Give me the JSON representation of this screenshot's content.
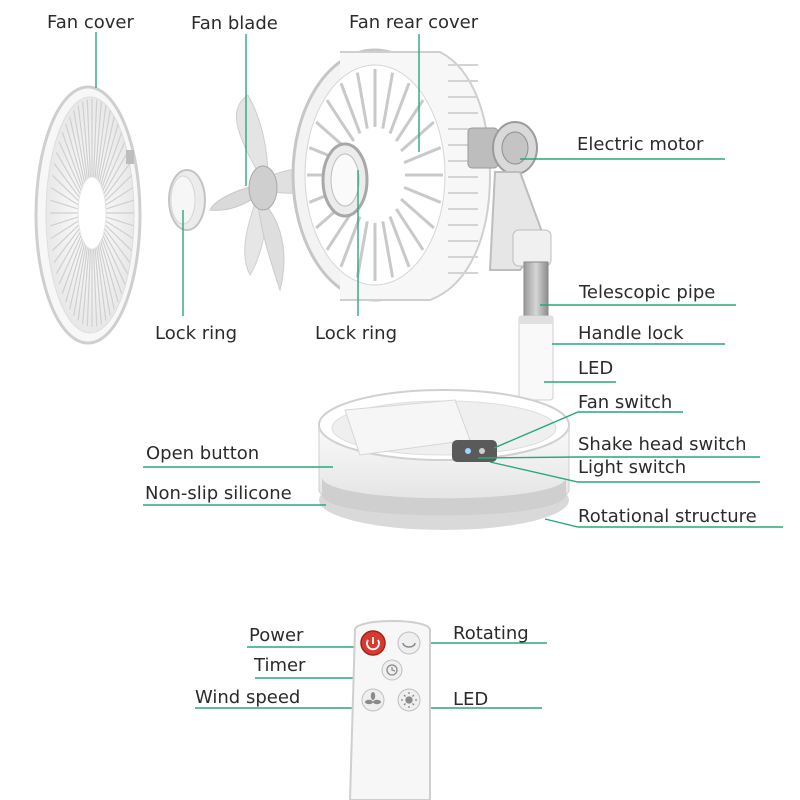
{
  "parts": {
    "fan_cover": "Fan cover",
    "fan_blade": "Fan blade",
    "fan_rear_cover": "Fan rear cover",
    "electric_motor": "Electric motor",
    "lock_ring_left": "Lock ring",
    "lock_ring_right": "Lock ring",
    "telescopic_pipe": "Telescopic pipe",
    "handle_lock": "Handle lock",
    "led": "LED",
    "fan_switch": "Fan switch",
    "shake_head_switch": "Shake head switch",
    "light_switch": "Light switch",
    "open_button": "Open button",
    "non_slip_silicone": "Non-slip silicone",
    "rotational_structure": "Rotational structure"
  },
  "remote": {
    "power": "Power",
    "rotating": "Rotating",
    "timer": "Timer",
    "wind_speed": "Wind speed",
    "led": "LED"
  },
  "colors": {
    "leader_line": "#2aa876",
    "power_button": "#d93a2f",
    "body": "#f4f4f4",
    "outline": "#c8c8c8"
  }
}
